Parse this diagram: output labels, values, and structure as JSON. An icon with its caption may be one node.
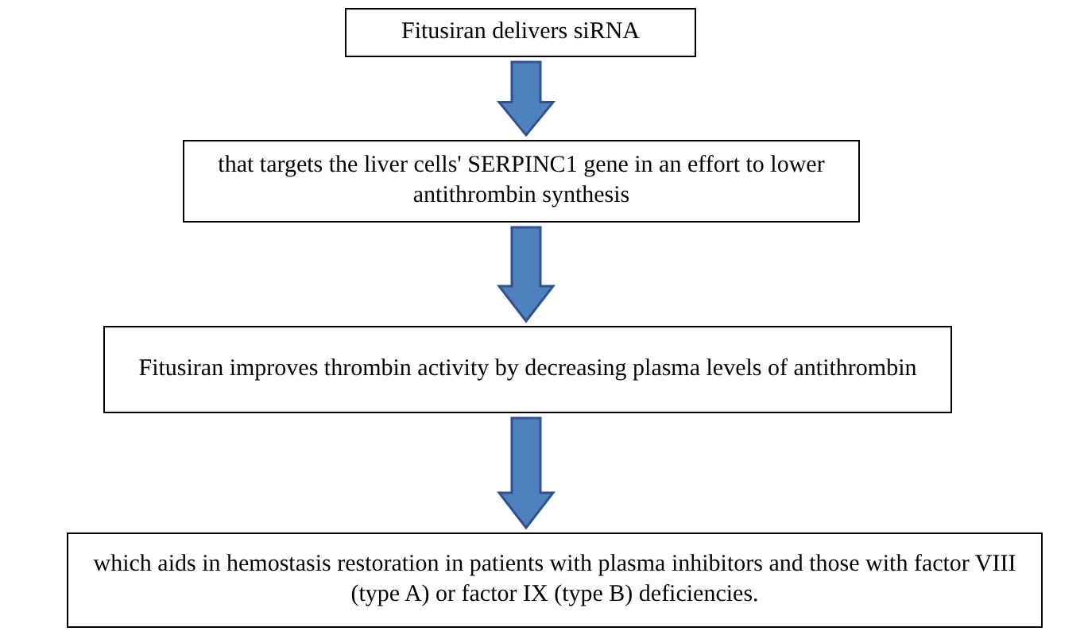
{
  "diagram": {
    "nodes": [
      {
        "text": [
          "Fitusiran delivers siRNA"
        ]
      },
      {
        "text": [
          "that targets the liver cells' SERPINC1 gene in an effort to lower antithrombin synthesis"
        ]
      },
      {
        "text": [
          "Fitusiran improves thrombin activity by decreasing plasma levels of antithrombin"
        ]
      },
      {
        "text": [
          "which aids in hemostasis restoration in patients with plasma inhibitors and those with factor VIII (type A) or factor IX (type B) deficiencies."
        ]
      }
    ],
    "edges": [
      {
        "from": 0,
        "to": 1,
        "arrow": "to"
      },
      {
        "from": 1,
        "to": 2,
        "arrow": "to"
      },
      {
        "from": 2,
        "to": 3,
        "arrow": "to"
      }
    ]
  }
}
